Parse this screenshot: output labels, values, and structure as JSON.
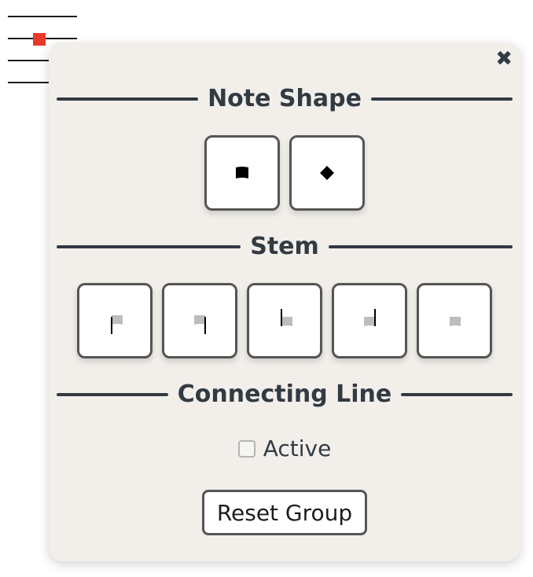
{
  "staff": {
    "note_color": "#e8392a"
  },
  "panel": {
    "close_icon": "✖",
    "note_shape": {
      "title": "Note Shape",
      "options": [
        {
          "icon": "square-notehead-icon"
        },
        {
          "icon": "diamond-notehead-icon"
        }
      ]
    },
    "stem": {
      "title": "Stem",
      "options": [
        {
          "icon": "stem-down-left-icon"
        },
        {
          "icon": "stem-down-right-icon"
        },
        {
          "icon": "stem-up-left-icon"
        },
        {
          "icon": "stem-up-right-icon"
        },
        {
          "icon": "no-stem-icon"
        }
      ]
    },
    "connecting_line": {
      "title": "Connecting Line",
      "active_label": "Active",
      "active_checked": false
    },
    "reset_label": "Reset Group"
  }
}
